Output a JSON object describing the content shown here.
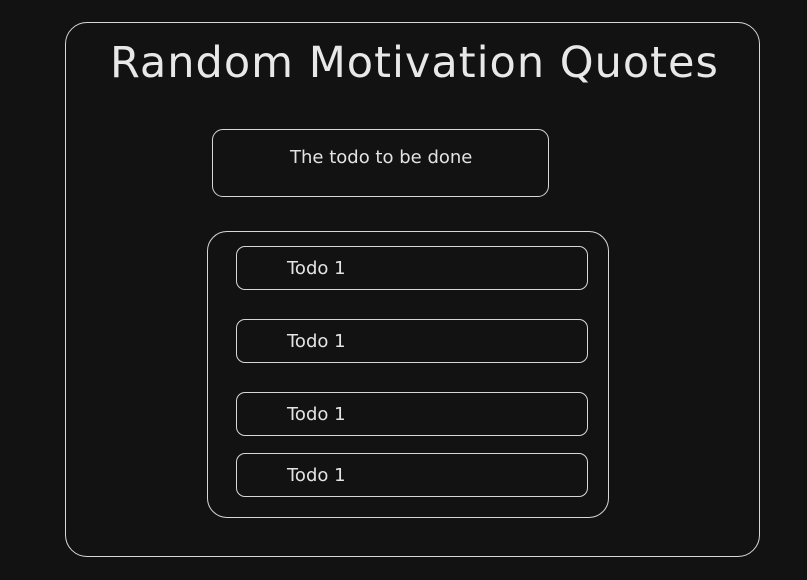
{
  "title": "Random Motivation Quotes",
  "input": {
    "text": "The todo to be done"
  },
  "todos": [
    {
      "label": "Todo 1"
    },
    {
      "label": "Todo 1"
    },
    {
      "label": "Todo 1"
    },
    {
      "label": "Todo 1"
    }
  ]
}
